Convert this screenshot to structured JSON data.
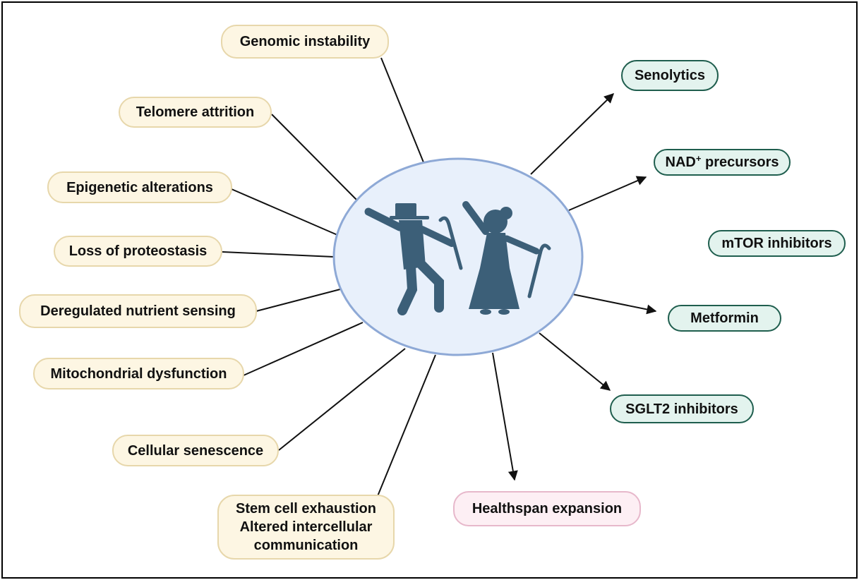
{
  "hallmarks": [
    {
      "id": "genomic",
      "label": "Genomic instability"
    },
    {
      "id": "telomere",
      "label": "Telomere attrition"
    },
    {
      "id": "epigenetic",
      "label": "Epigenetic alterations"
    },
    {
      "id": "proteostasis",
      "label": "Loss of proteostasis"
    },
    {
      "id": "nutrient",
      "label": "Deregulated nutrient sensing"
    },
    {
      "id": "mito",
      "label": "Mitochondrial dysfunction"
    },
    {
      "id": "senescence",
      "label": "Cellular senescence"
    },
    {
      "id": "stemcell",
      "lines": [
        "Stem cell exhaustion",
        "Altered intercellular",
        "communication"
      ]
    }
  ],
  "therapies": [
    {
      "id": "senolytics",
      "label": "Senolytics"
    },
    {
      "id": "nad",
      "label_main": "NAD",
      "label_sup": "+",
      "label_rest": " precursors"
    },
    {
      "id": "mtor",
      "label": "mTOR inhibitors"
    },
    {
      "id": "metformin",
      "label": "Metformin"
    },
    {
      "id": "sglt2",
      "label": "SGLT2 inhibitors"
    }
  ],
  "outcome": {
    "label": "Healthspan expansion"
  },
  "icons": {
    "center": "elderly-couple-dancing-icon"
  },
  "colors": {
    "hallmark_fill": "#fdf6e3",
    "hallmark_border": "#e7d7ab",
    "therapy_fill": "#e3f3ee",
    "therapy_border": "#1f5e4e",
    "outcome_fill": "#fdeff4",
    "outcome_border": "#e7b8cb",
    "center_fill": "#e8f0fb",
    "center_border": "#8ea9d6",
    "figure_color": "#3c5f78"
  }
}
